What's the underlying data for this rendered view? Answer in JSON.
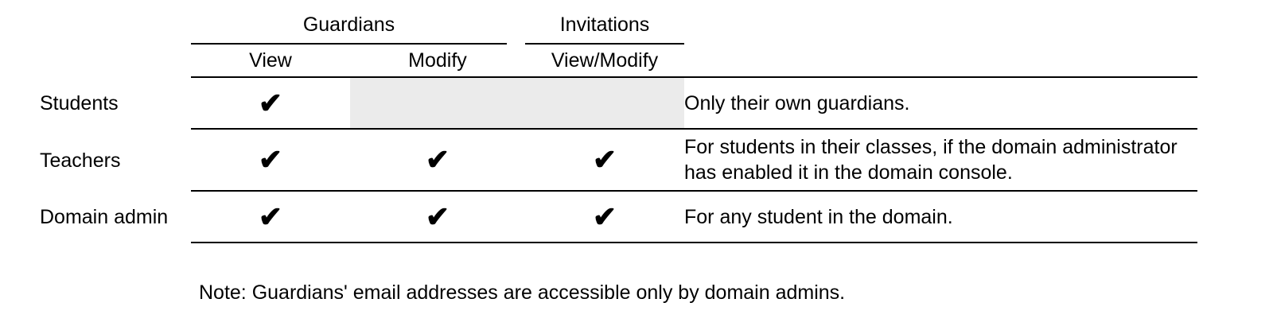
{
  "table": {
    "column_groups": [
      {
        "label": "Guardians",
        "columns": [
          "View",
          "Modify"
        ]
      },
      {
        "label": "Invitations",
        "columns": [
          "View/Modify"
        ]
      }
    ],
    "rows": [
      {
        "label": "Students",
        "cells": {
          "view": "✔",
          "modify": "",
          "invitations": ""
        },
        "note": "Only their own guardians."
      },
      {
        "label": "Teachers",
        "cells": {
          "view": "✔",
          "modify": "✔",
          "invitations": "✔"
        },
        "note": "For students in their classes, if the domain administrator has enabled it in the domain console."
      },
      {
        "label": "Domain admin",
        "cells": {
          "view": "✔",
          "modify": "✔",
          "invitations": "✔"
        },
        "note": "For any student in the domain."
      }
    ],
    "shaded_cell_color": "#ebebeb",
    "line_color": "#000000"
  },
  "footnote": "Note: Guardians' email addresses are accessible only by domain admins."
}
